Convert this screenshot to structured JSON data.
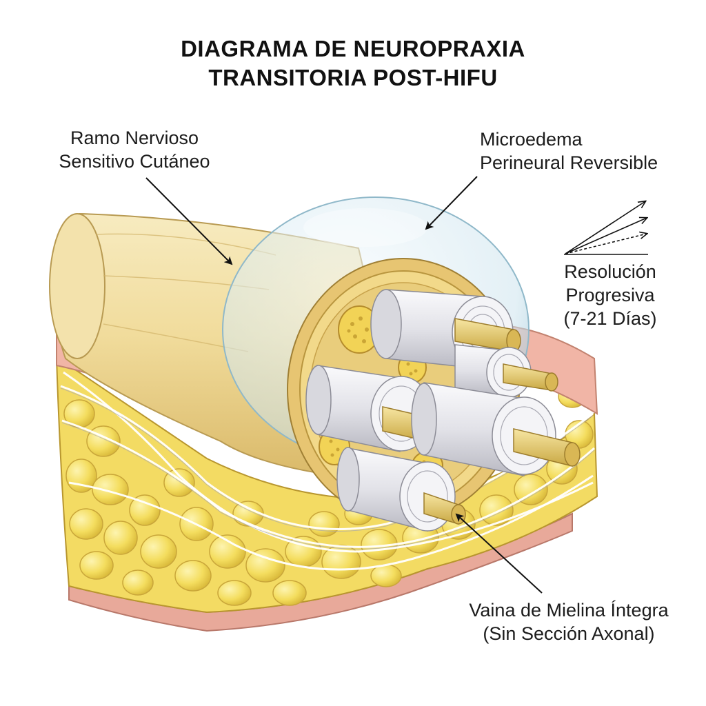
{
  "title": {
    "line1": "DIAGRAMA DE NEUROPRAXIA",
    "line2": "TRANSITORIA POST-HIFU"
  },
  "labels": {
    "ramo": {
      "line1": "Ramo Nervioso",
      "line2": "Sensitivo Cutáneo"
    },
    "microedema": {
      "line1": "Microedema",
      "line2": "Perineural Reversible"
    },
    "resolucion": {
      "line1": "Resolución",
      "line2": "Progresiva",
      "line3": "(7-21 Días)"
    },
    "vaina": {
      "line1": "Vaina de Mielina Íntegra",
      "line2": "(Sin Sección Axonal)"
    }
  },
  "colors": {
    "nerve": "#f1dc9c",
    "edema": "#cfe6ef",
    "fat": "#f4dd5e",
    "skin": "#e9a99b",
    "myelin": "#e6e6ea",
    "axon": "#e8cf6a",
    "arrow": "#111111"
  }
}
